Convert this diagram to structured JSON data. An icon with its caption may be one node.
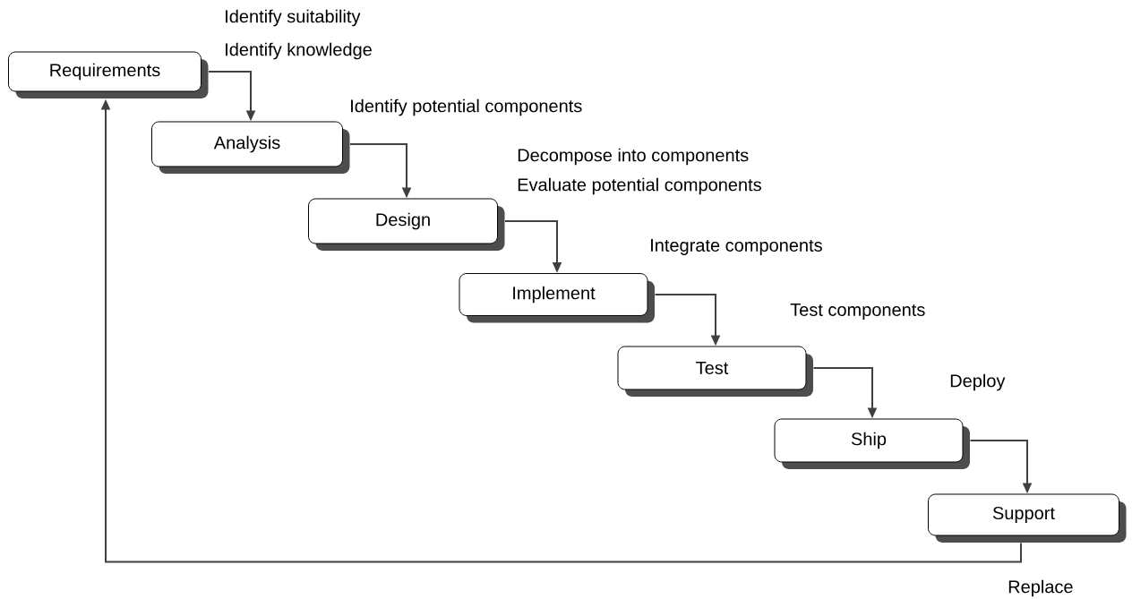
{
  "diagram": {
    "nodes": [
      {
        "text": [
          "Requirements"
        ]
      },
      {
        "text": [
          "Analysis"
        ]
      },
      {
        "text": [
          "Design"
        ]
      },
      {
        "text": [
          "Implement"
        ]
      },
      {
        "text": [
          "Test"
        ]
      },
      {
        "text": [
          "Ship"
        ]
      },
      {
        "text": [
          "Support"
        ]
      }
    ],
    "edges": [
      {
        "from": 0,
        "to": 1,
        "arrow": "to"
      },
      {
        "from": 1,
        "to": 2,
        "arrow": "to"
      },
      {
        "from": 2,
        "to": 3,
        "arrow": "to"
      },
      {
        "from": 3,
        "to": 4,
        "arrow": "to"
      },
      {
        "from": 4,
        "to": 5,
        "arrow": "to"
      },
      {
        "from": 5,
        "to": 6,
        "arrow": "to"
      },
      {
        "from": 6,
        "to": 0,
        "arrow": "to"
      }
    ],
    "labels": [
      "Identify suitability",
      "Identify knowledge",
      "Identify potential components",
      "Decompose into components",
      "Evaluate potential components",
      "Integrate components",
      "Test components",
      "Deploy",
      "Replace"
    ]
  }
}
